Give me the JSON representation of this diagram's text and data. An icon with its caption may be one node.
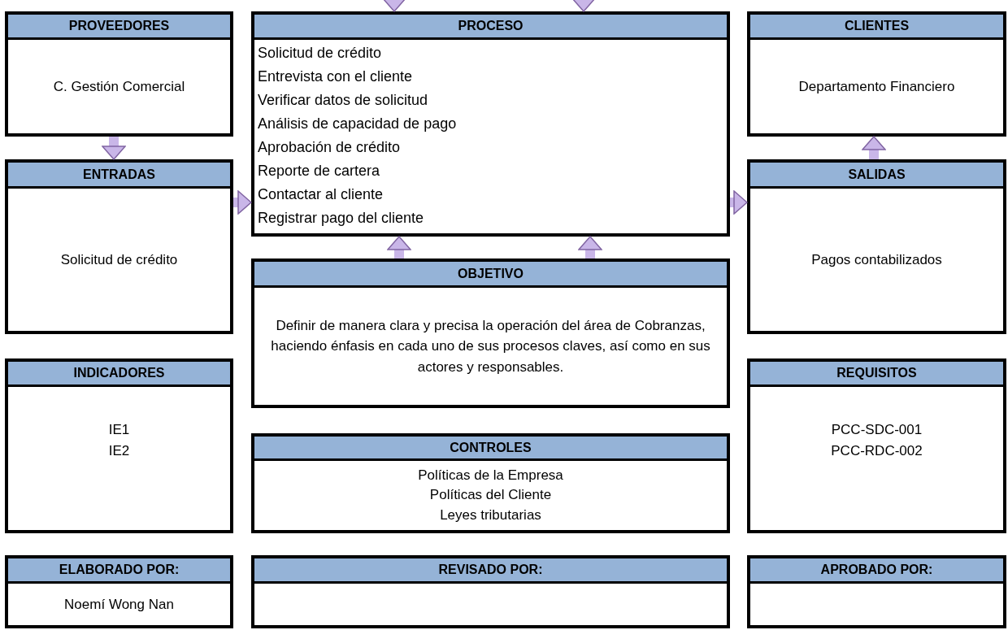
{
  "diagram": {
    "nodes": [
      {
        "text": [
          "PROVEEDORES",
          "C. Gestión Comercial"
        ]
      },
      {
        "text": [
          "PROCESO",
          "Solicitud de crédito",
          "Entrevista con el cliente",
          "Verificar datos de solicitud",
          "Análisis de capacidad de pago",
          "Aprobación de crédito",
          "Reporte de cartera",
          "Contactar al cliente",
          "Registrar pago del cliente"
        ]
      },
      {
        "text": [
          "CLIENTES",
          "Departamento Financiero"
        ]
      },
      {
        "text": [
          "ENTRADAS",
          "Solicitud de crédito"
        ]
      },
      {
        "text": [
          "SALIDAS",
          "Pagos contabilizados"
        ]
      },
      {
        "text": [
          "OBJETIVO",
          "Definir de manera clara y precisa la operación del área de Cobranzas, haciendo énfasis en cada uno de sus procesos claves, así como en sus actores y responsables."
        ]
      },
      {
        "text": [
          "INDICADORES",
          "IE1",
          "IE2"
        ]
      },
      {
        "text": [
          "REQUISITOS",
          "PCC-SDC-001",
          "PCC-RDC-002"
        ]
      },
      {
        "text": [
          "CONTROLES",
          "Políticas de la Empresa",
          "Políticas del Cliente",
          "Leyes tributarias"
        ]
      },
      {
        "text": [
          "ELABORADO POR:",
          "Noemí Wong Nan"
        ]
      },
      {
        "text": [
          "REVISADO POR:"
        ]
      },
      {
        "text": [
          "APROBADO POR:"
        ]
      }
    ],
    "edges": [
      {
        "from": null,
        "to": 1,
        "arrow": "to"
      },
      {
        "from": null,
        "to": 1,
        "arrow": "to"
      },
      {
        "from": 0,
        "to": 3,
        "arrow": "to"
      },
      {
        "from": 3,
        "to": 1,
        "arrow": "to"
      },
      {
        "from": 1,
        "to": 4,
        "arrow": "to"
      },
      {
        "from": 4,
        "to": 2,
        "arrow": "to"
      },
      {
        "from": 5,
        "to": 1,
        "arrow": "to"
      },
      {
        "from": 5,
        "to": 1,
        "arrow": "to"
      }
    ]
  }
}
